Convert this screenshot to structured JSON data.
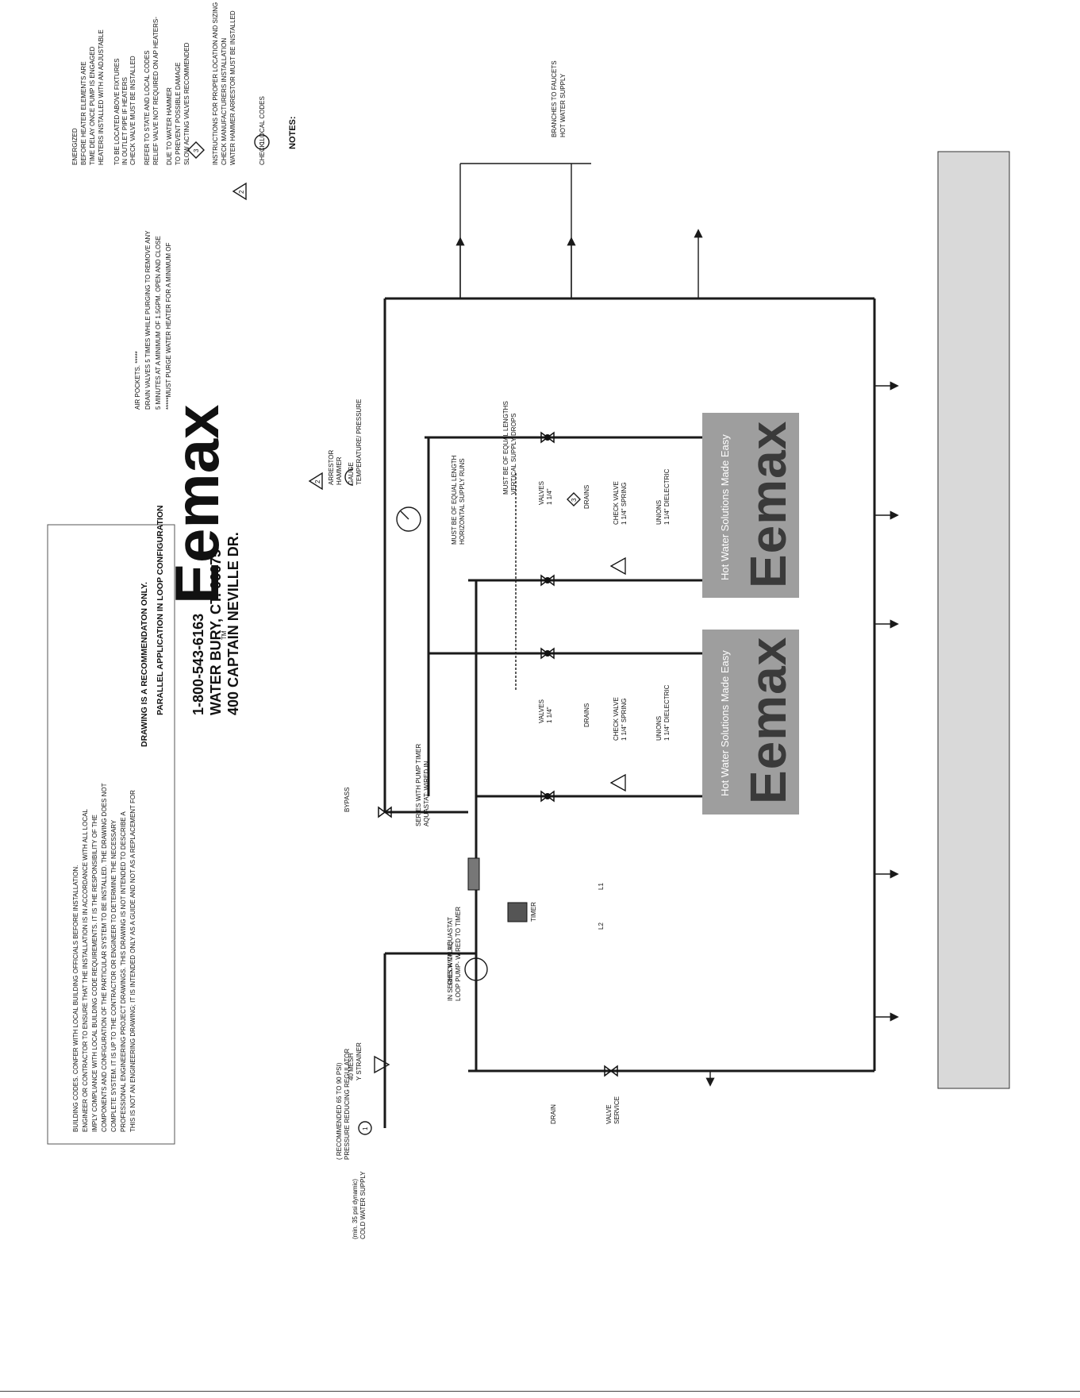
{
  "notes": {
    "heading": "NOTES:",
    "items": [
      {
        "symbol": "1",
        "shape": "circle",
        "text": "CHECK LOCAL CODES"
      },
      {
        "symbol": "2",
        "shape": "triangle",
        "lines": [
          "WATER HAMMER ARRESTOR MUST BE INSTALLED",
          "CHECK MANUFACTURERS INSTALLATION",
          "INSTRUCTIONS FOR PROPER LOCATION AND SIZING"
        ]
      },
      {
        "symbol": "3",
        "shape": "diamond",
        "lines": [
          "SLOW ACTING VALVES RECOMMENDED",
          "TO PREVENT POSSIBLE DAMAGE",
          "DUE TO WATER HAMMER"
        ]
      }
    ],
    "check_valve_lines": [
      "CHECK VALVE MUST BE INSTALLED",
      "IN OUTLET PIPE IF HEATERS",
      "TO BE LOCATED ABOVE FIXTURES"
    ],
    "relief_lines": [
      "RELIEF VALVE NOT REQUIRED ON AP HEATERS-",
      "REFER TO STATE AND LOCAL CODES"
    ],
    "timer_lines": [
      "HEATERS INSTALLED WITH AN ADJUSTABLE",
      "TIME DELAY ONCE PUMP IS ENGAGED",
      "BEFORE HEATER ELEMENTS ARE",
      "ENERGIZED"
    ],
    "purge_lines": [
      "*****MUST PURGE WATER HEATER FOR A MINIMUM OF",
      "5 MINUTES AT A MINIMUM OF 1.5GPM. OPEN AND CLOSE",
      "DRAIN VALVES 5 TIMES WHILE PURGING TO REMOVE ANY",
      "AIR POCKETS. *****"
    ]
  },
  "heaters": [
    {
      "brand": "Eemax",
      "tagline": "Hot Water Solutions Made Easy"
    },
    {
      "brand": "Eemax",
      "tagline": "Hot Water Solutions Made Easy"
    }
  ],
  "labels": {
    "hot_supply": [
      "HOT WATER SUPPLY",
      "BRANCHES TO FAUCETS"
    ],
    "dielectric": [
      "1 1/4\" DIELECTRIC",
      "UNIONS"
    ],
    "spring_check": [
      "1 1/4\" SPRING",
      "CHECK VALVE"
    ],
    "drains": "DRAINS",
    "valves": [
      "1 1/4\"",
      "VALVES"
    ],
    "vertical_drops": [
      "VERTICAL SUPPLY DROPS",
      "MUST BE OF EQUAL LENGTHS"
    ],
    "horizontal_runs": [
      "HORIZONTAL SUPPLY RUNS",
      "MUST BE OF EQUAL LENGTH"
    ],
    "hammer_arrestor": [
      "HAMMER",
      "ARRESTOR"
    ],
    "tp_gauge": [
      "TEMPERATURE/ PRESSURE",
      "GAUGE"
    ],
    "bypass": "BYPASS",
    "aquastat": [
      "AQUASTAT: WIRED IN",
      "SERIES WITH PUMP TIMER"
    ],
    "timer": "TIMER",
    "l1": "L1",
    "l2": "L2",
    "check_valve": "CHECK VALVE",
    "loop_pump": [
      "LOOP PUMP- WIRED TO TIMER",
      "IN SERIES WITH AQUASTAT"
    ],
    "y_strainer": [
      "Y STRAINER",
      "40 MESH"
    ],
    "prv": [
      "PRESSURE REDUCING REGULATOR",
      "( RECOMMENDED 65 TO 90 PSI)"
    ],
    "cold_supply": [
      "COLD WATER SUPPLY",
      "(min. 35 psi dynamic)"
    ],
    "service_valve": [
      "SERVICE",
      "VALVE"
    ],
    "drain": "DRAIN",
    "num1": "1",
    "num2": "2",
    "num3": "3"
  },
  "company": {
    "logo": "Eemax",
    "tm": "TM",
    "address": [
      "400 CAPTAIN NEVILLE DR.",
      "WATER BURY, CT. 06075",
      "1-800-543-6163"
    ],
    "title": "PARALLEL APPLICATION IN LOOP CONFIGURATION",
    "disclaimer": [
      "DRAWING IS A RECOMMENDATON ONLY.",
      "THIS IS NOT AN ENGINEERING DRAWING; IT IS INTENDED ONLY AS A GUIDE AND NOT AS A REPLACEMENT FOR",
      "PROFESSIONAL ENGINEERING PROJECT DRAWINGS. THIS DRAWING IS NOT INTENDED TO DESCRIBE A",
      "COMPLETE SYSTEM. IT IS UP TO THE CONTRACTOR OR ENGINEER TO DETERMINE THE NECESSARY",
      "COMPONENTS AND CONFIGURATION OF THE PARTICULAR SYSTEM TO BE INSTALLED. THE DRAWING DOES NOT",
      "IMPLY COMPLIANCE WITH LOCAL BUILDING CODE REQUIREMENTS. IT IS THE RESPONSIBILITY OF THE",
      "ENGINEER OR CONTRACTOR TO ENSURE THAT THE INSTALLATION IS IN ACCORDANCE WITH ALL LOCAL",
      "BUILDING CODES. CONFER WITH LOCAL BUILDING OFFICIALS BEFORE INSTALLATION."
    ]
  },
  "colors": {
    "heater_fill": "#9e9e9e",
    "side_panel": "#d9d9d9",
    "pipe": "#1a1a1a"
  }
}
